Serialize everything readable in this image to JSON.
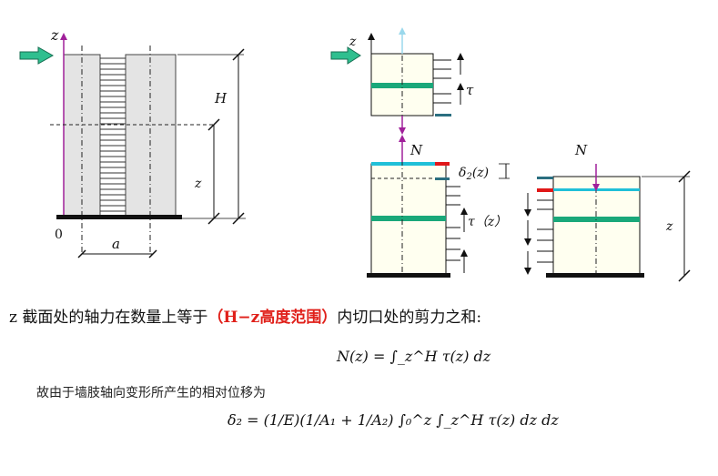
{
  "left_figure": {
    "label_z_axis": "z",
    "label_H": "H",
    "label_z_height": "z",
    "label_origin": "0",
    "label_a": "a"
  },
  "right_top": {
    "label_z_axis": "z",
    "label_tau": "τ"
  },
  "right_bottom_left": {
    "label_N": "N",
    "label_delta2": "δ",
    "label_delta2_sub": "2",
    "label_delta2_arg": "(z)",
    "label_tau_z": "τ（z）"
  },
  "right_bottom_right": {
    "label_N": "N",
    "label_z": "z"
  },
  "text": {
    "main_before": "z 截面处的轴力在数量上等于",
    "main_highlight": "（H−z高度范围）",
    "main_after": "内切口处的剪力之和:",
    "eq1": "N(z) = ∫_z^H τ(z) dz",
    "sub": "故由于墙肢轴向变形所产生的相对位移为",
    "eq2": "δ₂ = (1/E)(1/A₁ + 1/A₂) ∫₀^z ∫_z^H τ(z) dz dz"
  },
  "colors": {
    "wall_fill": "#e4e4e4",
    "panel_fill": "#fffff0",
    "beam_green": "#1aa87a",
    "cut_cyan": "#20c0d8",
    "cut_red": "#e01818",
    "arrow_purple": "#a0209a",
    "arrow_light_blue": "#9ad8ec",
    "dark_teal": "#2b6f80",
    "highlight_red": "#e0201a"
  }
}
